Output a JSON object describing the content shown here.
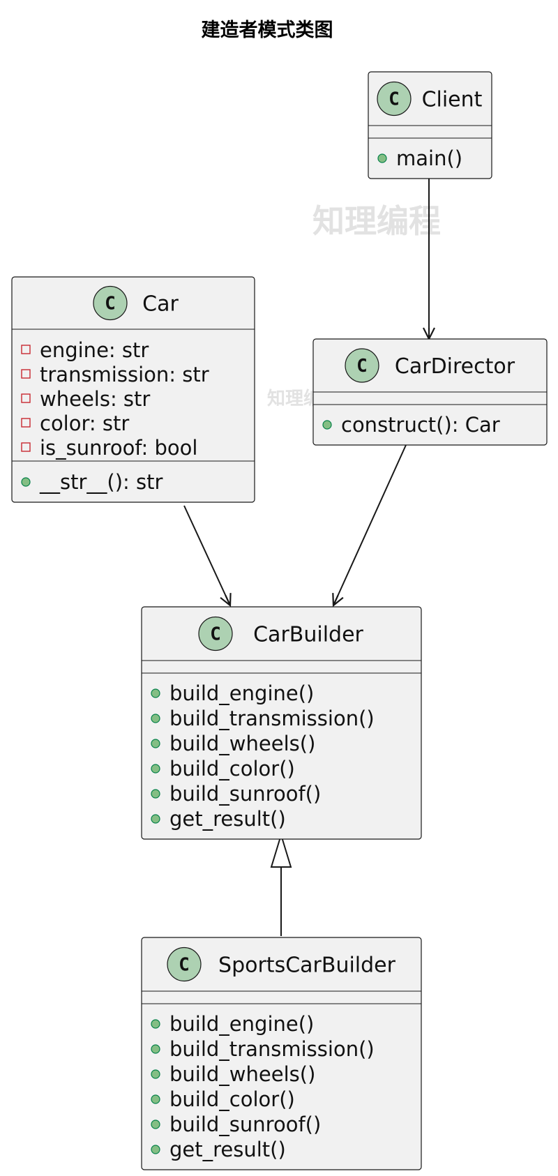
{
  "title": "建造者模式类图",
  "watermark": "知理编程",
  "classes": {
    "client": {
      "badge": "C",
      "name": "Client",
      "attributes": [],
      "methods": [
        {
          "text": "main()",
          "visibility": "public"
        }
      ]
    },
    "car": {
      "badge": "C",
      "name": "Car",
      "attributes": [
        {
          "text": "engine: str",
          "visibility": "private"
        },
        {
          "text": "transmission: str",
          "visibility": "private"
        },
        {
          "text": "wheels: str",
          "visibility": "private"
        },
        {
          "text": "color: str",
          "visibility": "private"
        },
        {
          "text": "is_sunroof: bool",
          "visibility": "private"
        }
      ],
      "methods": [
        {
          "text": "__str__(): str",
          "visibility": "public"
        }
      ]
    },
    "director": {
      "badge": "C",
      "name": "CarDirector",
      "attributes": [],
      "methods": [
        {
          "text": "construct(): Car",
          "visibility": "public"
        }
      ]
    },
    "builder": {
      "badge": "C",
      "name": "CarBuilder",
      "attributes": [],
      "methods": [
        {
          "text": "build_engine()",
          "visibility": "public"
        },
        {
          "text": "build_transmission()",
          "visibility": "public"
        },
        {
          "text": "build_wheels()",
          "visibility": "public"
        },
        {
          "text": "build_color()",
          "visibility": "public"
        },
        {
          "text": "build_sunroof()",
          "visibility": "public"
        },
        {
          "text": "get_result()",
          "visibility": "public"
        }
      ]
    },
    "sports": {
      "badge": "C",
      "name": "SportsCarBuilder",
      "attributes": [],
      "methods": [
        {
          "text": "build_engine()",
          "visibility": "public"
        },
        {
          "text": "build_transmission()",
          "visibility": "public"
        },
        {
          "text": "build_wheels()",
          "visibility": "public"
        },
        {
          "text": "build_color()",
          "visibility": "public"
        },
        {
          "text": "build_sunroof()",
          "visibility": "public"
        },
        {
          "text": "get_result()",
          "visibility": "public"
        }
      ]
    }
  },
  "relations": [
    {
      "from": "client",
      "to": "director",
      "kind": "association"
    },
    {
      "from": "car",
      "to": "builder",
      "kind": "association"
    },
    {
      "from": "director",
      "to": "builder",
      "kind": "association"
    },
    {
      "from": "sports",
      "to": "builder",
      "kind": "inheritance"
    }
  ]
}
